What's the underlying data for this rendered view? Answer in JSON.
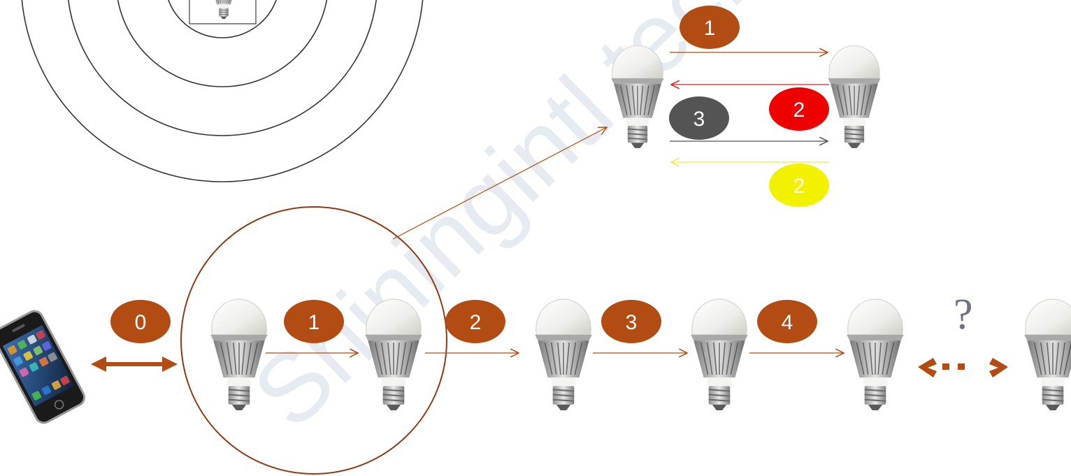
{
  "colors": {
    "badge_orange": "#b34c12",
    "badge_red": "#ee0000",
    "badge_gray": "#545454",
    "badge_yellow": "#f2f200",
    "arrow_orange": "#b34c12",
    "arrow_red": "#d82020",
    "arrow_gray": "#505050",
    "arrow_yellow": "#f0e84a",
    "circle_brown": "#8a3a16",
    "ring_dark": "#333333",
    "watermark": "#c9d2e2"
  },
  "watermark": "Shiningintl technology",
  "chain": {
    "badges": [
      "0",
      "1",
      "2",
      "3",
      "4"
    ],
    "unknown_link": "?"
  },
  "relay": {
    "badge_1": "1",
    "badge_2_red": "2",
    "badge_3_gray": "3",
    "badge_2_yellow": "2"
  },
  "icons": {
    "phone": "smartphone-icon",
    "bulb": "led-bulb-icon"
  }
}
